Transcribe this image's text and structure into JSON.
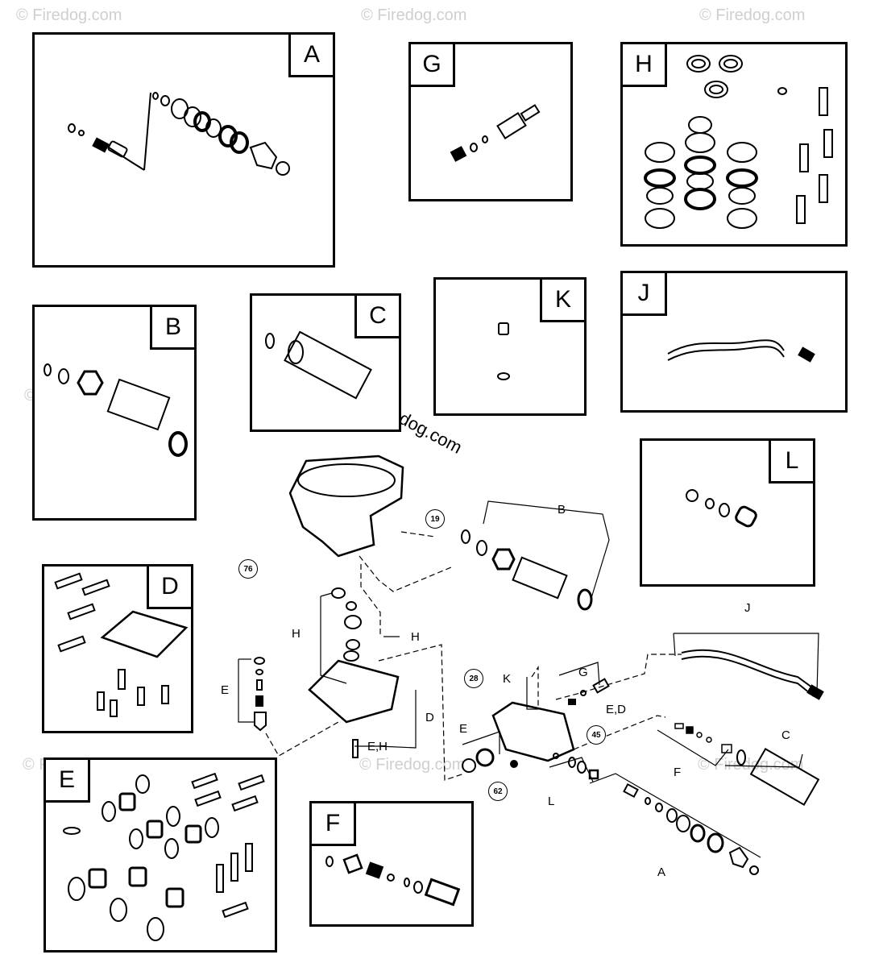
{
  "watermark": "© Firedog.com",
  "watermark_center": "© Firedog.com",
  "insets": {
    "A": "A",
    "B": "B",
    "C": "C",
    "D": "D",
    "E": "E",
    "F": "F",
    "G": "G",
    "H": "H",
    "J": "J",
    "K": "K",
    "L": "L"
  },
  "labels": {
    "B": "B",
    "C": "C",
    "D": "D",
    "E": "E",
    "F": "F",
    "G": "G",
    "J": "J",
    "K": "K",
    "L": "L",
    "A": "A",
    "H1": "H",
    "H2": "H",
    "EH": "E,H",
    "ED": "E,D"
  },
  "callouts": {
    "c19": "19",
    "c76": "76",
    "c28": "28",
    "c45": "45",
    "c62": "62"
  }
}
